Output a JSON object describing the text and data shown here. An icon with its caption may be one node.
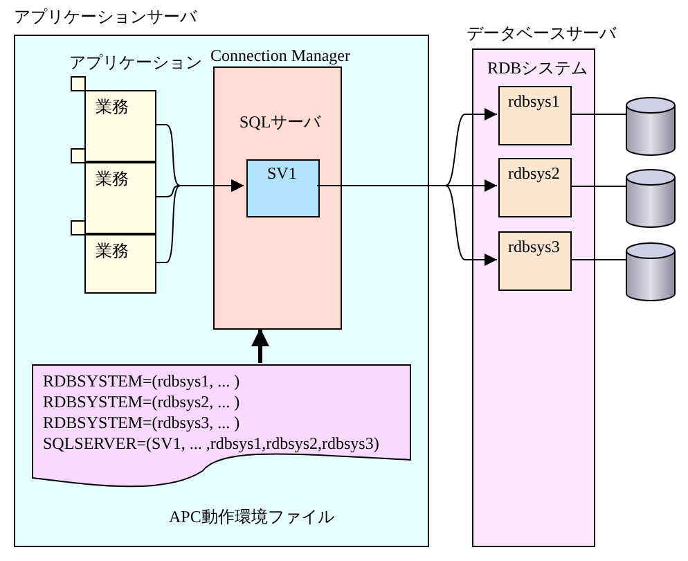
{
  "diagram": {
    "nodes": [
      {
        "text": [
          "アプリケーションサーバ"
        ]
      },
      {
        "text": [
          "業務"
        ],
        "in": 0
      },
      {
        "text": [
          "業務"
        ],
        "in": 0
      },
      {
        "text": [
          "業務"
        ],
        "in": 0
      },
      {
        "text": [
          "Connection Manager",
          "SQLサーバ"
        ],
        "in": 0
      },
      {
        "text": [
          "SV1"
        ],
        "in": 4
      },
      {
        "text": [
          "RDBSYSTEM=(rdbsys1, ... )",
          "RDBSYSTEM=(rdbsys2, ... )",
          "RDBSYSTEM=(rdbsys3, ... )",
          "SQLSERVER=(SV1, ... ,rdbsys1,rdbsys2,rdbsys3)"
        ],
        "beside": [
          "APC動作環境ファイル"
        ],
        "in": 0
      },
      {
        "text": [
          "データベースサーバ",
          "RDBシステム"
        ]
      },
      {
        "text": [
          "rdbsys1"
        ],
        "in": 7
      },
      {
        "text": [
          "rdbsys2"
        ],
        "in": 7
      },
      {
        "text": [
          "rdbsys3"
        ],
        "in": 7
      },
      {
        "text": [],
        "shape": "cylinder"
      },
      {
        "text": [],
        "shape": "cylinder"
      },
      {
        "text": [],
        "shape": "cylinder"
      }
    ],
    "edges": [
      {
        "from": 1,
        "to": 5,
        "arrow": "to"
      },
      {
        "from": 2,
        "to": 5,
        "arrow": "to"
      },
      {
        "from": 3,
        "to": 5,
        "arrow": "to"
      },
      {
        "from": 5,
        "to": 8,
        "arrow": "to"
      },
      {
        "from": 5,
        "to": 9,
        "arrow": "to"
      },
      {
        "from": 5,
        "to": 10,
        "arrow": "to"
      },
      {
        "from": 6,
        "to": 4,
        "arrow": "to",
        "style": "thick"
      },
      {
        "from": 8,
        "to": 11,
        "arrow": "none"
      },
      {
        "from": 9,
        "to": 12,
        "arrow": "none"
      },
      {
        "from": 10,
        "to": 13,
        "arrow": "none"
      }
    ],
    "labels": [
      "アプリケーション"
    ]
  }
}
